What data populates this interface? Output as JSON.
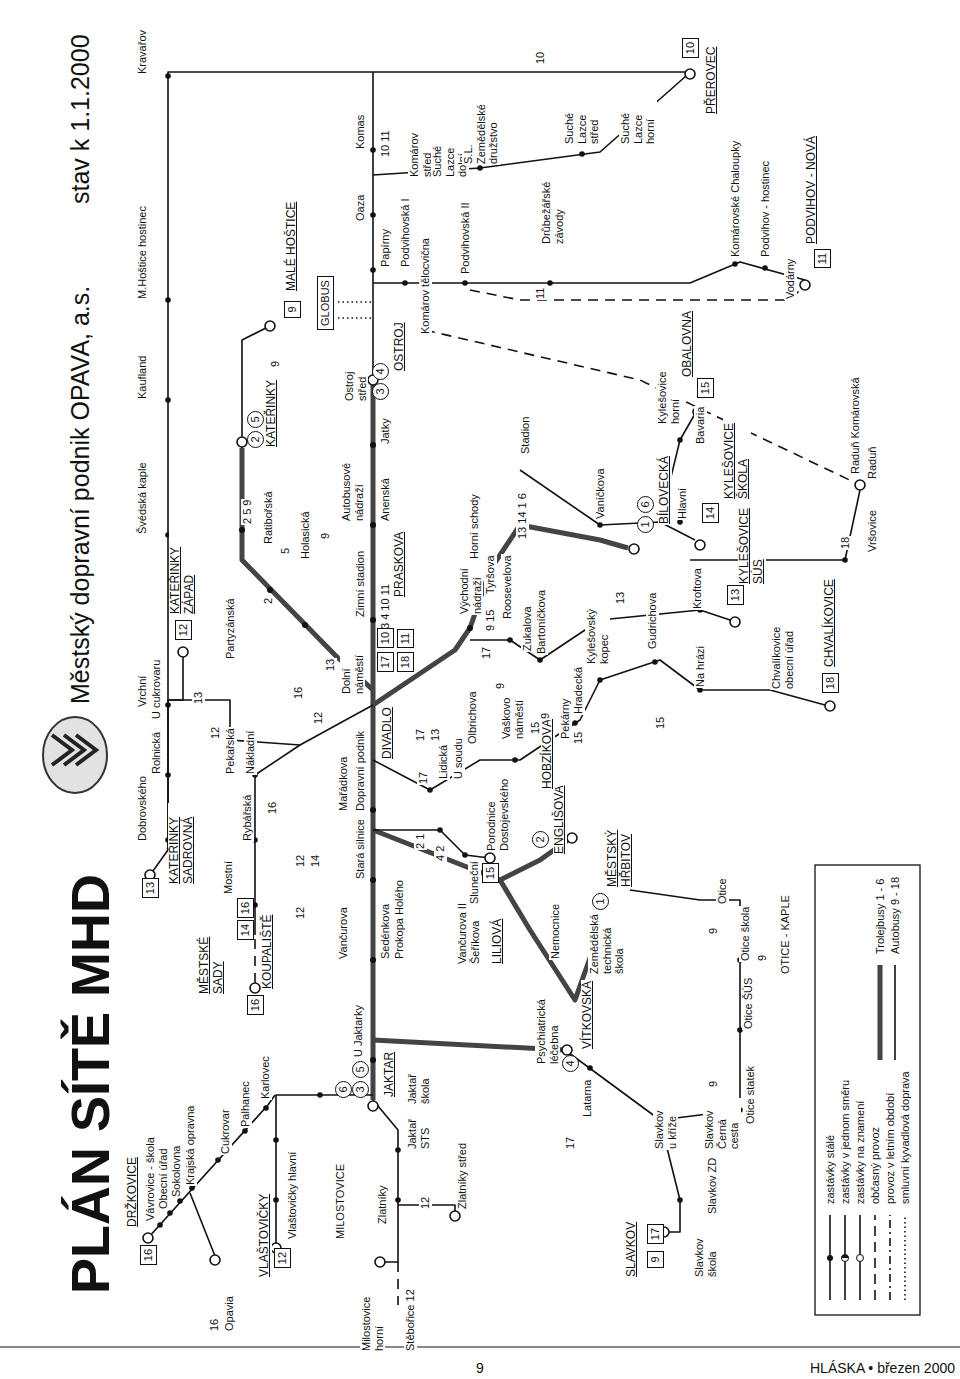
{
  "diagram": {
    "title": "PLÁN SÍTĚ MHD",
    "nodes": [
      {
        "text": [
          "16"
        ]
      },
      {
        "text": [
          "13"
        ]
      },
      {
        "text": [
          "12"
        ]
      },
      {
        "text": [
          "16"
        ]
      },
      {
        "text": [
          "14"
        ]
      },
      {
        "text": [
          "16"
        ]
      },
      {
        "text": [
          "12"
        ]
      },
      {
        "text": [
          "6"
        ]
      },
      {
        "text": [
          "3"
        ]
      },
      {
        "text": [
          "5"
        ]
      },
      {
        "text": [
          "2"
        ]
      },
      {
        "text": [
          "5"
        ]
      },
      {
        "text": [
          "9"
        ]
      },
      {
        "text": [
          "GLOBUS"
        ]
      },
      {
        "text": [
          "3"
        ]
      },
      {
        "text": [
          "4"
        ]
      },
      {
        "text": [
          "17"
        ]
      },
      {
        "text": [
          "10"
        ]
      },
      {
        "text": [
          "18"
        ]
      },
      {
        "text": [
          "11"
        ]
      },
      {
        "text": [
          "15"
        ]
      },
      {
        "text": [
          "2"
        ]
      },
      {
        "text": [
          "1"
        ]
      },
      {
        "text": [
          "4"
        ]
      },
      {
        "text": [
          "9"
        ]
      },
      {
        "text": [
          "17"
        ]
      },
      {
        "text": [
          "1"
        ]
      },
      {
        "text": [
          "6"
        ]
      },
      {
        "text": [
          "14"
        ]
      },
      {
        "text": [
          "13"
        ]
      },
      {
        "text": [
          "15"
        ]
      },
      {
        "text": [
          "10"
        ]
      },
      {
        "text": [
          "11"
        ]
      },
      {
        "text": [
          "18"
        ]
      }
    ],
    "labels": [
      "Městský dopravní podnik OPAVA, a.s.",
      "stav k 1.1.2000",
      "DRŽKOVICE",
      "Vávrovice - škola",
      "Obecní úřad",
      "Sokolovna",
      "Krajská opravna",
      "Cukrovar",
      "Palhanec",
      "Karlovec",
      "16",
      "Opavia",
      "VLAŠTOVIČKY",
      "Vlaštovičky hlavní",
      "MILOSTOVICE",
      "Milostovice horní",
      "Stěbořice 12",
      "Zlatníky",
      "12",
      "Zlatníky střed",
      "Jaktař STS",
      "Jaktař škola",
      "JAKTAR",
      "U Jaktarky",
      "Vančurova",
      "Sedénkova",
      "Prokopa Holého",
      "Stará silnice",
      "Mařádkova",
      "Dopravní podnik",
      "Dolní náměstí",
      "DIVADLO",
      "Zimní stadion",
      "3 4 10 11",
      "PRASKOVA",
      "Autobusové nádraží",
      "Anenská",
      "Jatky",
      "Ostroj střed",
      "OSTROJ",
      "Papírny",
      "Podvihovská I",
      "Oaza",
      "Komas",
      "10 11",
      "Komárov tělocvična",
      "Komárov střed",
      "Suché Lazce dolní",
      "S.L. Zemědělské družstvo",
      "Podvihovská II",
      "11",
      "10",
      "Drůbežářské závody",
      "Suché Lazce střed",
      "Suché Lazce horní",
      "PŘEROVEC",
      "Komárovské Chaloupky",
      "Podvihov - hostinec",
      "Vodárny",
      "PODVIHOV - NOVÁ",
      "Dobrovského",
      "Rolnická",
      "Vrchní",
      "U cukrovaru",
      "13",
      "KATEŘINKY ZÁPAD",
      "Švédská kaple",
      "Kaufland",
      "M.Hoštice hostinec",
      "Kravařov",
      "KATEŘINKY SADROVNÁ",
      "MĚSTSKÉ SADY",
      "KOUPALIŠTĚ",
      "Mostní",
      "Rybářská",
      "Pekařská",
      "Nákladní",
      "16",
      "12",
      "12",
      "14",
      "Partyzánská",
      "12",
      "16",
      "12",
      "13",
      "2",
      "5",
      "Ratibořská",
      "2 5 9",
      "Holasická",
      "9",
      "KATEŘINKY",
      "9",
      "MALÉ HOŠTICE",
      "2 1",
      "4 2",
      "17",
      "Lidická",
      "U soudu",
      "17",
      "13",
      "Olbrichova",
      "Východní nádraží",
      "17",
      "9",
      "9 15",
      "Tyršova",
      "Horní schody",
      "Roosevelova",
      "13 14 1 6",
      "Stadion",
      "Vaškovo náměstí",
      "Porodnice Dostojevského",
      "Vančurova II",
      "Šeříkova",
      "Sluneční",
      "LILIOVÁ",
      "Nemocnice",
      "Psychiatrická léčebna",
      "VÍTKOVSKÁ",
      "Latarna",
      "17",
      "Zemědělská technická škola",
      "MĚSTSKÝ HŘBITOV",
      "ENGLIŠOVA",
      "HOBZÍKOVÁ",
      "9",
      "15",
      "Pekárny",
      "Zukalova",
      "Bartoníčkova",
      "Hradecká",
      "15",
      "Kylešovský kopec",
      "13",
      "Gudrichova",
      "Vaníčkova",
      "BÍLOVECKÁ",
      "Kylešovice horní",
      "Hlavní",
      "KYLEŠOVICE ŠKOLA",
      "Bavaria",
      "OBALOVNA",
      "Kroftova",
      "Na hrázi",
      "15",
      "KYLEŠOVICE SÚS",
      "Chvalíkovice obecní úřad",
      "CHVALÍKOVICE",
      "18",
      "Vršovice",
      "Raduň",
      "Raduň Komárovská",
      "OTICE - KAPLE",
      "Otice statek",
      "Otice ŠÚS",
      "Otice škola",
      "9",
      "Otice",
      "9",
      "SLAVKOV",
      "Slavkov u kříže",
      "Slavkov škola",
      "Slavkov ZD",
      "Slavkov Černá cesta",
      "9",
      "9",
      "HLÁSKA • březen 2000"
    ],
    "legend": [
      {
        "text": "zastávky stálé"
      },
      {
        "text": "zastávky v jednom směru"
      },
      {
        "text": "zastávky na znamení"
      },
      {
        "text": "občasný provoz"
      },
      {
        "text": "provoz v letním období"
      },
      {
        "text": "smluvní kyvadlová doprava"
      },
      {
        "text": "Trolejbusy 1 - 6"
      },
      {
        "text": "Autobusy 9 - 18"
      }
    ]
  }
}
